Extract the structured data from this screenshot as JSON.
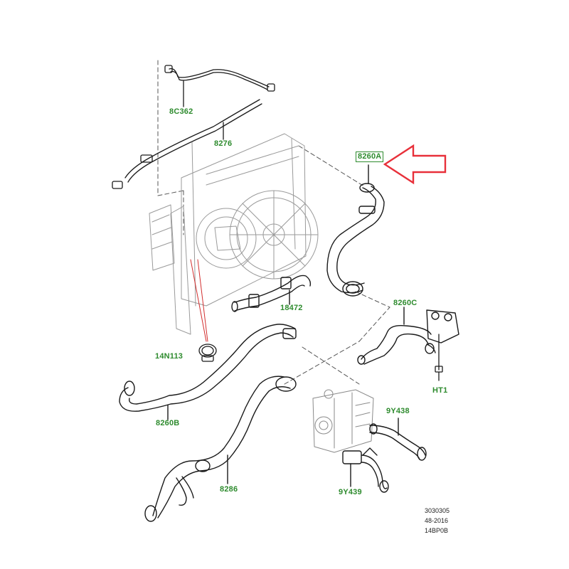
{
  "colors": {
    "label_green": "#2e8b2e",
    "line": "#1a1a1a",
    "leader_dash": "#555555",
    "callout_arrow": "#e8303a",
    "red_leader": "#d22e2e"
  },
  "labels": {
    "p_8c362": "8C362",
    "p_8276": "8276",
    "p_8260a": "8260A",
    "p_18472": "18472",
    "p_8260c": "8260C",
    "p_14n113": "14N113",
    "p_ht1": "HT1",
    "p_9y438": "9Y438",
    "p_8260b": "8260B",
    "p_8286": "8286",
    "p_9y439": "9Y439"
  },
  "reference": {
    "line1": "3030305",
    "line2": "48-2016",
    "line3": "14BP0B"
  },
  "icons": {
    "callout": "left-arrow-outline-icon"
  }
}
